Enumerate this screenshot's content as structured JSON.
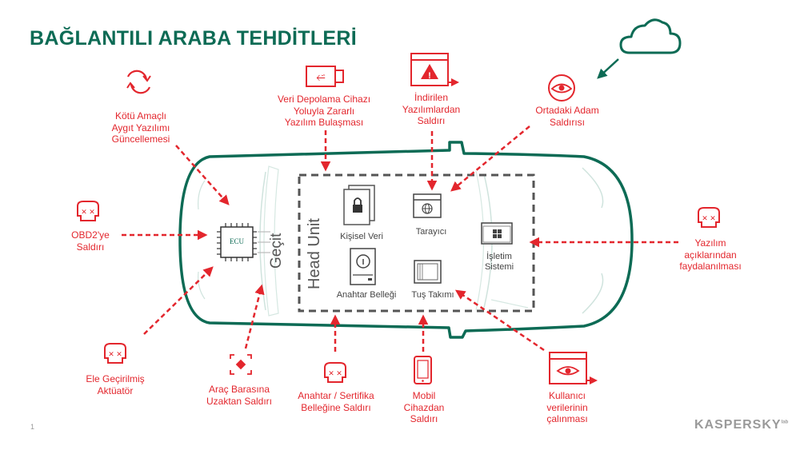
{
  "title": "BAĞLANTILI ARABA TEHDİTLERİ",
  "page_number": "1",
  "brand": {
    "name": "KASPERSKY",
    "suffix": "lab"
  },
  "car": {
    "ecu_label": "ECU",
    "gateway_label": "Geçit",
    "head_unit_label": "Head Unit",
    "components": {
      "personal_data": "Kişisel Veri",
      "browser": "Tarayıcı",
      "os_line1": "İşletim",
      "os_line2": "Sistemi",
      "key_storage": "Anahtar Belleği",
      "keyboard": "Tuş Takımı"
    }
  },
  "threats": {
    "malicious_update": [
      "Kötü Amaçlı",
      "Aygıt Yazılımı",
      "Güncellemesi"
    ],
    "storage_infection": [
      "Veri Depolama Cihazı",
      "Yoluyla Zararlı",
      "Yazılım Bulaşması"
    ],
    "downloaded_software": [
      "İndirilen",
      "Yazılımlardan",
      "Saldırı"
    ],
    "mitm": [
      "Ortadaki Adam",
      "Saldırısı"
    ],
    "obd2": [
      "OBD2'ye",
      "Saldırı"
    ],
    "software_vuln": [
      "Yazılım",
      "açıklarından",
      "faydalanılması"
    ],
    "hijacked_actuator": [
      "Ele Geçirilmiş",
      "Aktüatör"
    ],
    "remote_bus": [
      "Araç Barasına",
      "Uzaktan Saldırı"
    ],
    "key_cert": [
      "Anahtar / Sertifika",
      "Belleğine Saldırı"
    ],
    "mobile": [
      "Mobil",
      "Cihazdan",
      "Saldırı"
    ],
    "user_data": [
      "Kullanıcı",
      "verilerinin",
      "çalınması"
    ]
  },
  "colors": {
    "threat": "#e3262d",
    "car": "#0d6b55",
    "title": "#0d6b55",
    "cloud": "#0d6b55",
    "box": "#555555"
  }
}
